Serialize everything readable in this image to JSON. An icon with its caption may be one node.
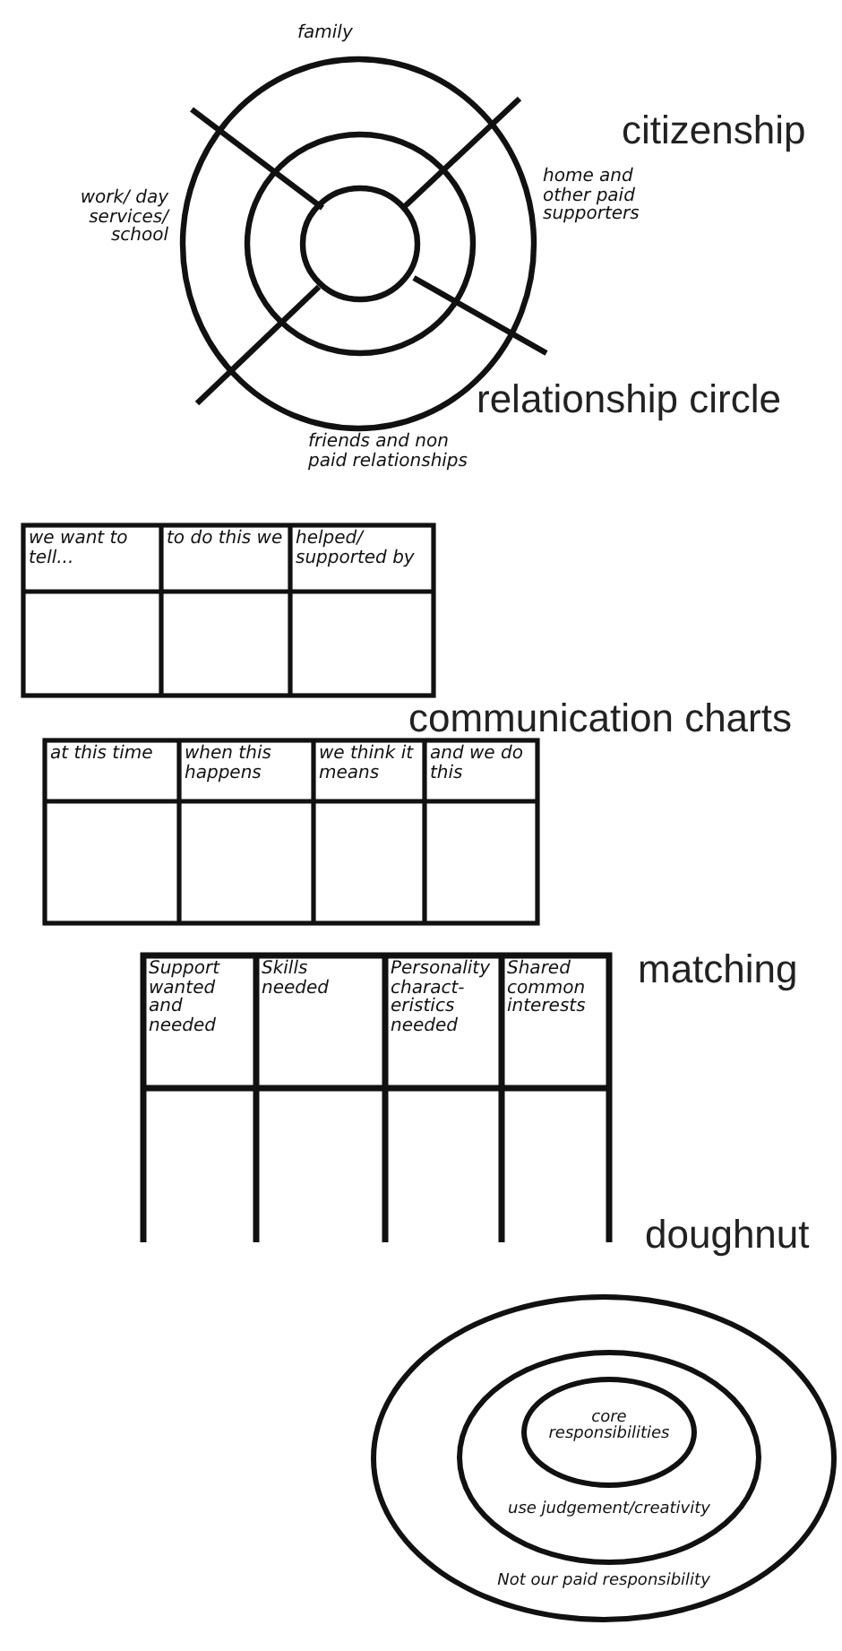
{
  "diagram": {
    "nodes": [
      {
        "text": [
          "Not our paid responsibility"
        ]
      },
      {
        "text": [
          "use judgement/creativity"
        ],
        "in": 0
      },
      {
        "text": [
          "core responsibilities"
        ],
        "in": 1
      }
    ],
    "labels": [
      "family",
      "citizenship",
      "work/ day services/ school",
      "home and other paid supporters",
      "relationship circle",
      "friends and non paid relationships",
      "we want to tell...",
      "to do this we",
      "helped/ supported by",
      "communication charts",
      "at this time",
      "when this happens",
      "we think it means",
      "and we do this",
      "matching",
      "Support wanted and needed",
      "Skills needed",
      "Personality charact-eristics needed",
      "Shared common interests",
      "doughnut"
    ]
  }
}
